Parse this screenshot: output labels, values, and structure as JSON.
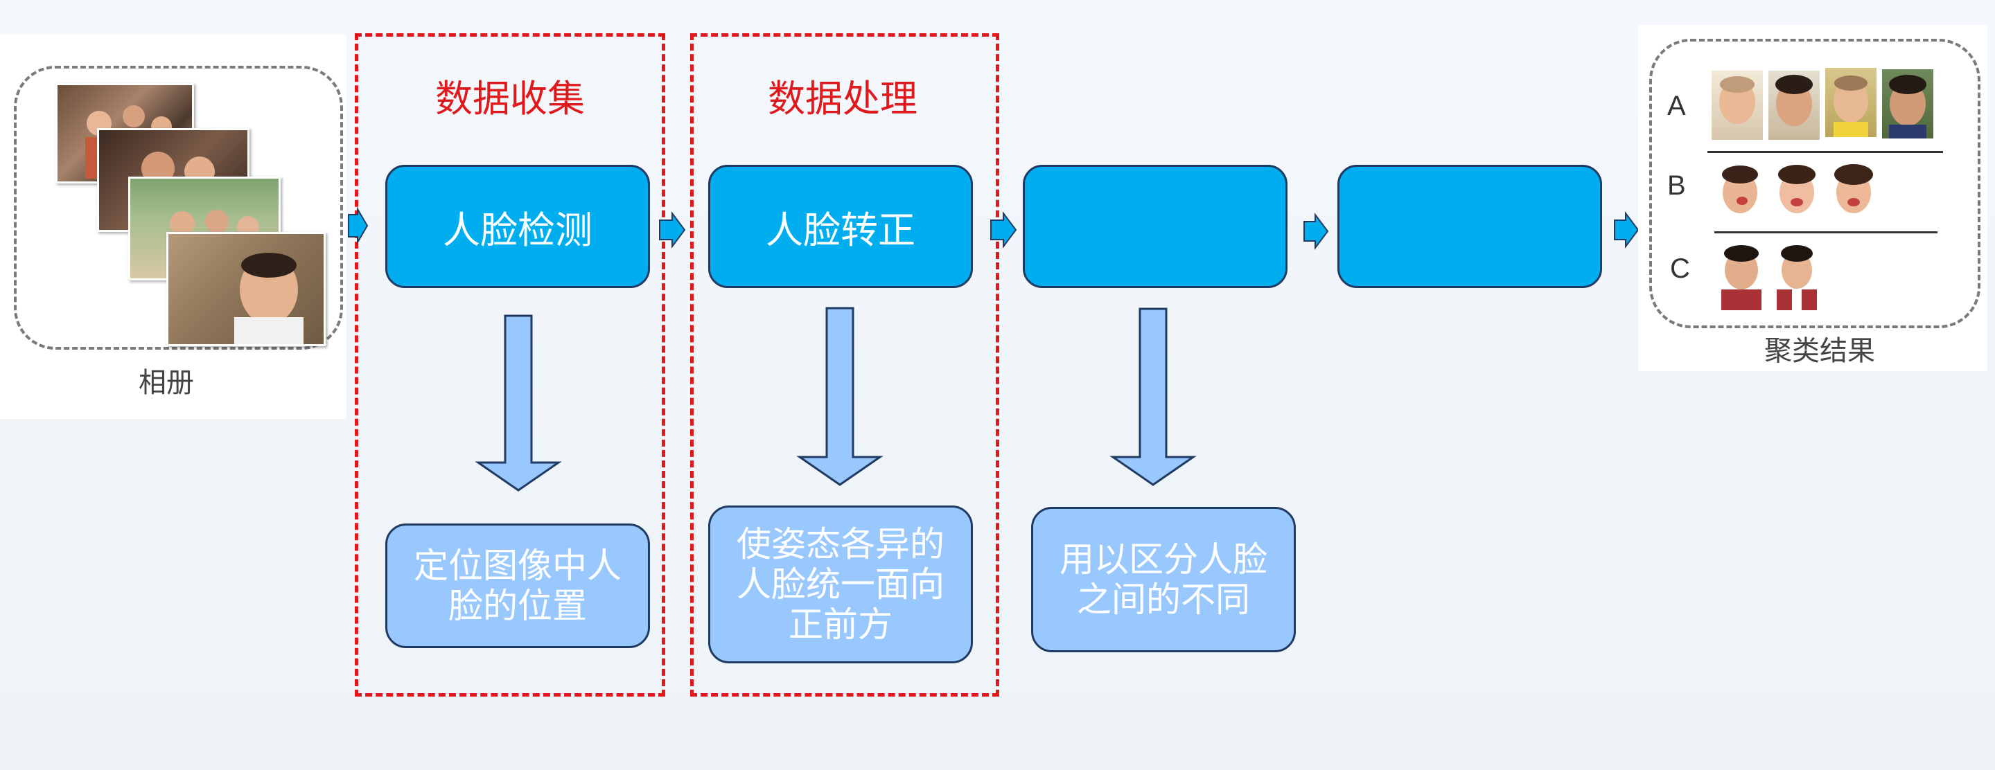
{
  "album": {
    "caption": "相册"
  },
  "groups": [
    {
      "title": "数据收集"
    },
    {
      "title": "数据处理"
    }
  ],
  "steps": [
    {
      "label": "人脸检测",
      "description": "定位图像中人脸的位置"
    },
    {
      "label": "人脸转正",
      "description": "使姿态各异的人脸统一面向正前方"
    },
    {
      "label": "",
      "description": "用以区分人脸之间的不同"
    },
    {
      "label": "",
      "description": ""
    }
  ],
  "result": {
    "caption": "聚类结果",
    "rows": [
      {
        "letter": "A",
        "faces": 4
      },
      {
        "letter": "B",
        "faces": 3
      },
      {
        "letter": "C",
        "faces": 2
      }
    ]
  },
  "colors": {
    "step_fill": "#00aeef",
    "desc_fill": "#99c8ff",
    "frame_red": "#e0191c",
    "arrow_fill": "#00aeef"
  }
}
